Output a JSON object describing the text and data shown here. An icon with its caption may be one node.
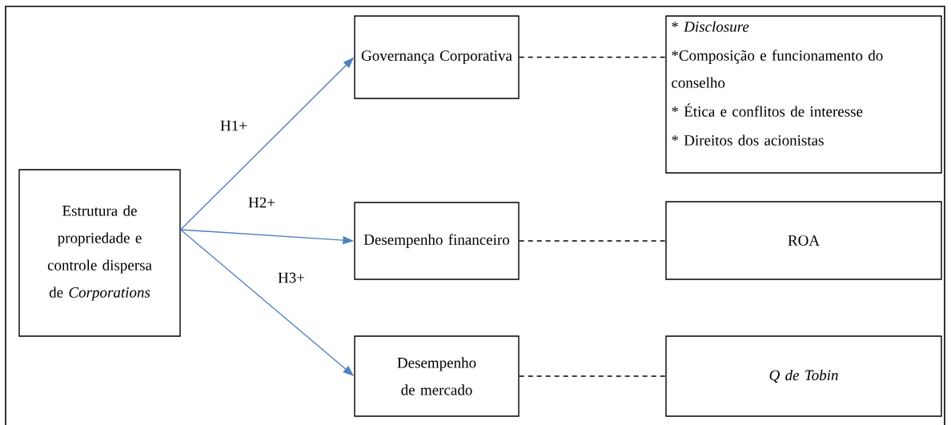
{
  "diagram": {
    "nodes": [
      {
        "text": [
          "Estrutura de propriedade e controle dispersa de *Corporations*"
        ]
      },
      {
        "text": [
          "Governança Corporativa"
        ]
      },
      {
        "text": [
          "Desempenho financeiro"
        ]
      },
      {
        "text": [
          "Desempenho de mercado"
        ]
      },
      {
        "text": [
          "* *Disclosure*",
          "*Composição e funcionamento do conselho",
          "* Ética e conflitos de interesse",
          "* Direitos dos acionistas"
        ]
      },
      {
        "text": [
          "ROA"
        ]
      },
      {
        "text": [
          "Q de Tobin"
        ]
      }
    ],
    "edges": [
      {
        "from": 0,
        "to": 1,
        "arrow": "to",
        "label": "H1+",
        "color": "#4f81bd"
      },
      {
        "from": 0,
        "to": 2,
        "arrow": "to",
        "label": "H2+",
        "color": "#4f81bd"
      },
      {
        "from": 0,
        "to": 3,
        "arrow": "to",
        "label": "H3+",
        "color": "#4f81bd"
      },
      {
        "from": 1,
        "to": 4,
        "arrow": "none",
        "style": "dashed",
        "color": "#000000"
      },
      {
        "from": 2,
        "to": 5,
        "arrow": "none",
        "style": "dashed",
        "color": "#000000"
      },
      {
        "from": 3,
        "to": 6,
        "arrow": "none",
        "style": "dashed",
        "color": "#000000"
      }
    ]
  }
}
